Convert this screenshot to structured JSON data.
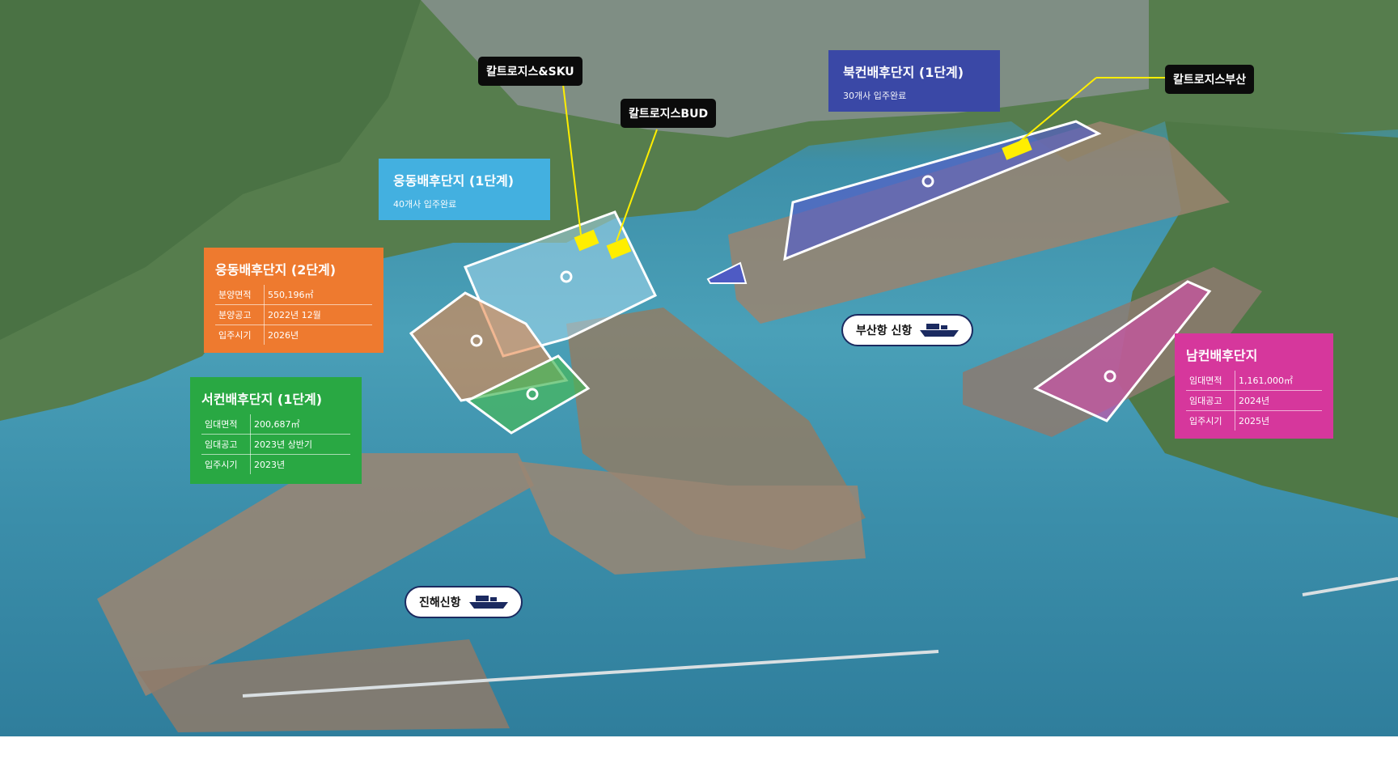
{
  "zones": {
    "ungdong1": {
      "title": "웅동배후단지 (1단계)",
      "sub": "40개사 입주완료",
      "color": "#43b0e0"
    },
    "ungdong2": {
      "title": "웅동배후단지 (2단계)",
      "color": "#ee7a2f",
      "rows": [
        {
          "k": "분양면적",
          "v": "550,196㎡"
        },
        {
          "k": "분양공고",
          "v": "2022년 12월"
        },
        {
          "k": "입주시기",
          "v": "2026년"
        }
      ]
    },
    "seocon1": {
      "title": "서컨배후단지 (1단계)",
      "color": "#29a843",
      "rows": [
        {
          "k": "임대면적",
          "v": "200,687㎡"
        },
        {
          "k": "임대공고",
          "v": "2023년 상반기"
        },
        {
          "k": "입주시기",
          "v": "2023년"
        }
      ]
    },
    "bukcon1": {
      "title": "북컨배후단지 (1단계)",
      "sub": "30개사 입주완료",
      "color": "#3a48a6"
    },
    "namcon": {
      "title": "남컨배후단지",
      "color": "#d6379c",
      "rows": [
        {
          "k": "임대면적",
          "v": "1,161,000㎡"
        },
        {
          "k": "임대공고",
          "v": "2024년"
        },
        {
          "k": "입주시기",
          "v": "2025년"
        }
      ]
    }
  },
  "companies": {
    "sku": "칼트로지스&SKU",
    "bud": "칼트로지스BUD",
    "busan": "칼트로지스부산"
  },
  "ports": {
    "busan_new": "부산항 신항",
    "jinhae_new": "진해신항"
  },
  "colors": {
    "marker_yellow": "#ffee00",
    "leader_line": "#ffee00",
    "sea": "#3b92ad",
    "land": "#557f4f"
  },
  "icons": {
    "ship": "ship-icon",
    "zone_marker": "circle-marker-icon"
  }
}
